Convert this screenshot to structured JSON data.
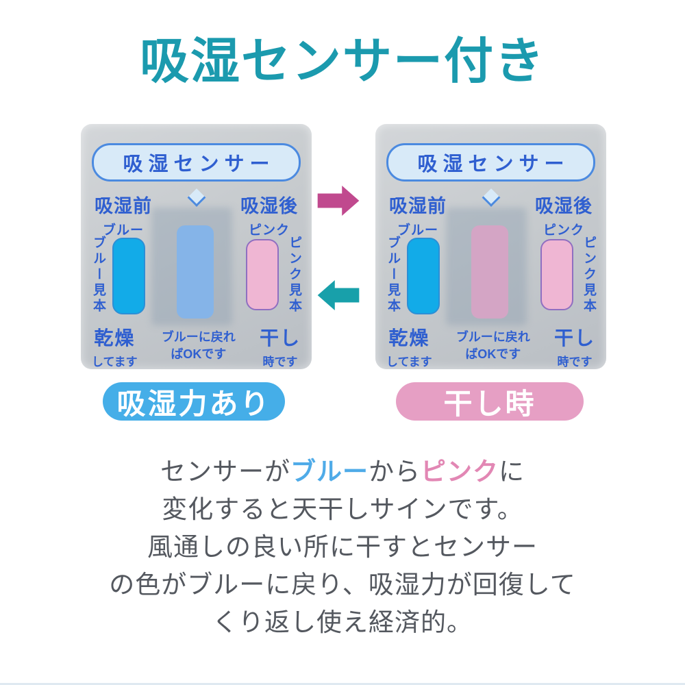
{
  "title": "吸湿センサー付き",
  "colors": {
    "title_teal": "#1b9aae",
    "panel_text_blue": "#2f5fd0",
    "bubble_border_blue": "#4b8ae0",
    "bubble_fill": "#d8eaf8",
    "blue_sample_swatch": "#12abe8",
    "pink_sample_swatch": "#efb6d3",
    "pink_swatch_border_purple": "#8f6fc1",
    "sensor_blue": "#85b4e8",
    "sensor_pink": "#d4a5c5",
    "arrow_right_magenta": "#c0498e",
    "arrow_left_teal": "#18a0aa",
    "pill_blue": "#45aee8",
    "pill_pink": "#e69fc4",
    "word_blue": "#4fabe8",
    "word_pink": "#e287b4",
    "body_text_gray": "#54585f"
  },
  "panel_common": {
    "header": "吸湿センサー",
    "before_label": "吸湿前",
    "before_sublabel": "ブルー",
    "after_label": "吸湿後",
    "after_sublabel": "ピンク",
    "blue_sample_vertical": "ブルー見本",
    "pink_sample_vertical": "ピンク見本",
    "dry_main": "乾燥",
    "dry_sub": "してます",
    "note_line1": "ブルーに戻れ",
    "note_line2": "ばOKです",
    "drytime_main": "干し",
    "drytime_sub": "時です"
  },
  "panels": [
    {
      "sensor_color": "#85b4e8",
      "caption": "吸湿力あり",
      "caption_bg": "#45aee8"
    },
    {
      "sensor_color": "#d4a5c5",
      "caption": "干し時",
      "caption_bg": "#e69fc4"
    }
  ],
  "description": {
    "line1": [
      {
        "text": "センサーが"
      },
      {
        "text": "ブルー"
      },
      {
        "text": "から"
      },
      {
        "text": "ピンク"
      },
      {
        "text": "に"
      }
    ],
    "line2": "変化すると天干しサインです。",
    "line3": "風通しの良い所に干すとセンサー",
    "line4": "の色がブルーに戻り、吸湿力が回復して",
    "line5": "くり返し使え経済的。"
  }
}
